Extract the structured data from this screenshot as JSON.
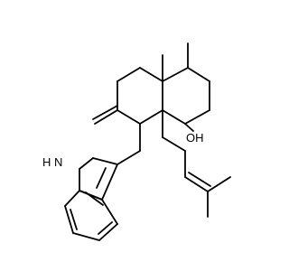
{
  "structure": {
    "labels": {
      "nh": "H",
      "n": "N",
      "oh": "OH"
    }
  },
  "colors": {
    "bond": "#000000",
    "background": "#ffffff"
  }
}
